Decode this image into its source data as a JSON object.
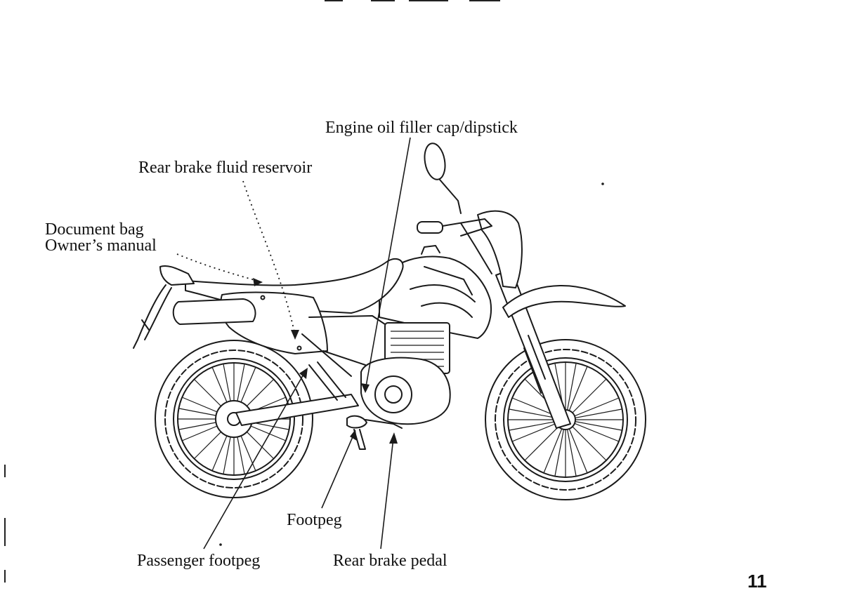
{
  "callouts": {
    "engine_oil": "Engine oil filler cap/dipstick",
    "rear_brake_fluid": "Rear brake fluid reservoir",
    "document_bag": "Document bag",
    "owners_manual": "Owner’s manual",
    "footpeg": "Footpeg",
    "passenger_footpeg": "Passenger footpeg",
    "rear_brake_pedal": "Rear brake pedal"
  },
  "page_number": "11",
  "colors": {
    "ink": "#1a1a1a",
    "paper": "#ffffff"
  }
}
